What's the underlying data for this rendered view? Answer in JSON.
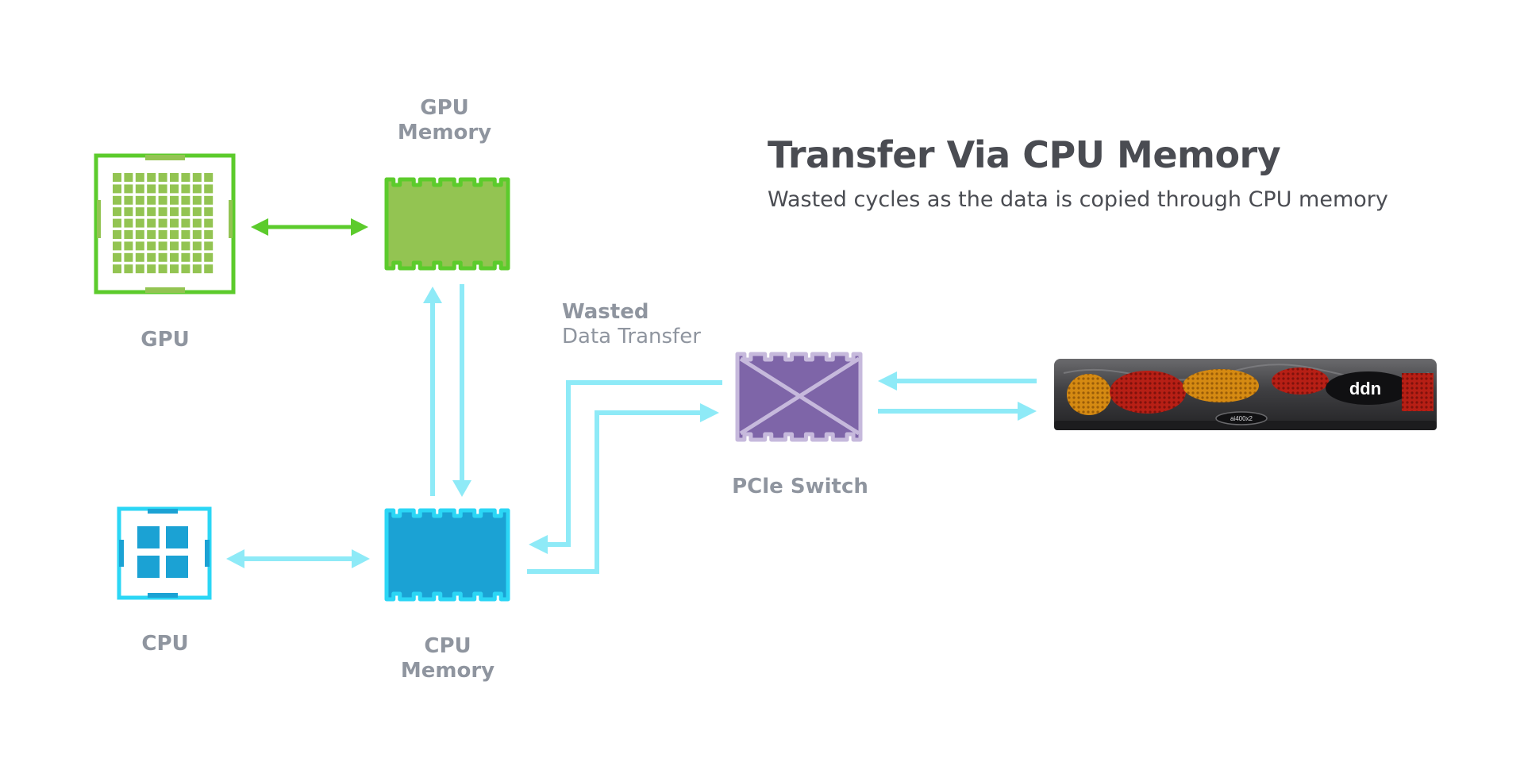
{
  "title": "Transfer Via CPU Memory",
  "subtitle": "Wasted cycles as the data is copied through CPU memory",
  "nodes": {
    "gpu": "GPU",
    "gpu_memory_line1": "GPU",
    "gpu_memory_line2": "Memory",
    "cpu": "CPU",
    "cpu_memory_line1": "CPU",
    "cpu_memory_line2": "Memory",
    "pcie_switch": "PCle Switch",
    "storage_brand": "ddn",
    "storage_model": "ai400x2"
  },
  "annotation": {
    "line1": "Wasted",
    "line2": "Data Transfer"
  },
  "colors": {
    "gpu_green": "#5ccb2c",
    "gpu_fill": "#93c452",
    "cpu_blue": "#2bd6f5",
    "cpu_fill": "#1ba2d4",
    "arrow_cyan": "#8eeaf7",
    "switch_purple": "#7e65a8",
    "switch_border": "#c6b9dc",
    "label_gray": "#8f959f",
    "title_dark": "#4a4c52"
  },
  "icons": {
    "gpu": "gpu-chip-icon",
    "gpu_memory": "memory-module-icon",
    "cpu": "cpu-chip-icon",
    "cpu_memory": "memory-module-icon",
    "switch": "pcie-switch-icon",
    "storage": "storage-appliance-icon"
  }
}
